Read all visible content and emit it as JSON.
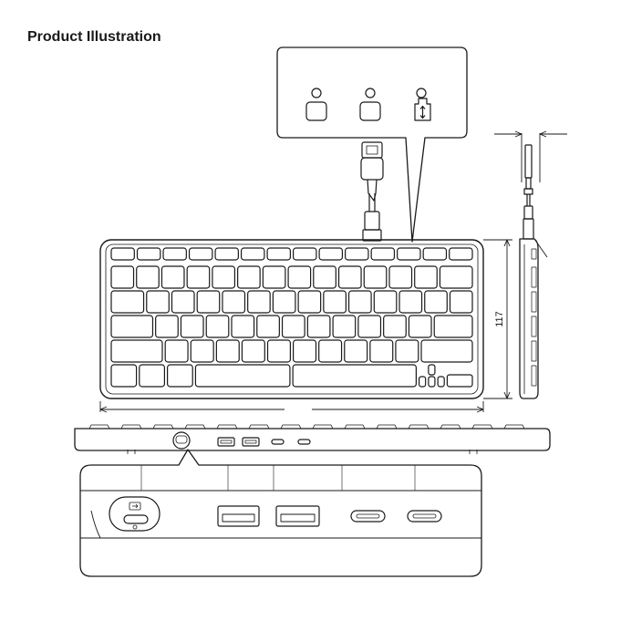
{
  "title": "Product Illustration",
  "dimensions": {
    "height_label": "117",
    "width_label": "",
    "depth_label": ""
  },
  "keyboard": {
    "rows": [
      [
        1,
        1,
        1,
        1,
        1,
        1,
        1,
        1,
        1,
        1,
        1,
        1,
        1,
        1
      ],
      [
        1,
        1,
        1,
        1,
        1,
        1,
        1,
        1,
        1,
        1,
        1,
        1,
        1,
        1.45
      ],
      [
        1.45,
        1,
        1,
        1,
        1,
        1,
        1,
        1,
        1,
        1,
        1,
        1,
        1,
        1
      ],
      [
        1.85,
        1,
        1,
        1,
        1,
        1,
        1,
        1,
        1,
        1,
        1,
        1,
        1.7
      ],
      [
        2.25,
        1,
        1,
        1,
        1,
        1,
        1,
        1,
        1,
        1,
        1,
        2.25
      ],
      [
        1,
        1,
        1,
        3.75,
        4.9,
        1,
        1
      ]
    ]
  },
  "indicator_panel": {
    "indicators": [
      "led-1",
      "led-2",
      "lock-led"
    ]
  },
  "ports": [
    "power-switch",
    "usb-a-1",
    "usb-a-2",
    "usb-c-1",
    "usb-c-2"
  ],
  "colors": {
    "line": "#1a1a1a",
    "background": "#ffffff"
  }
}
